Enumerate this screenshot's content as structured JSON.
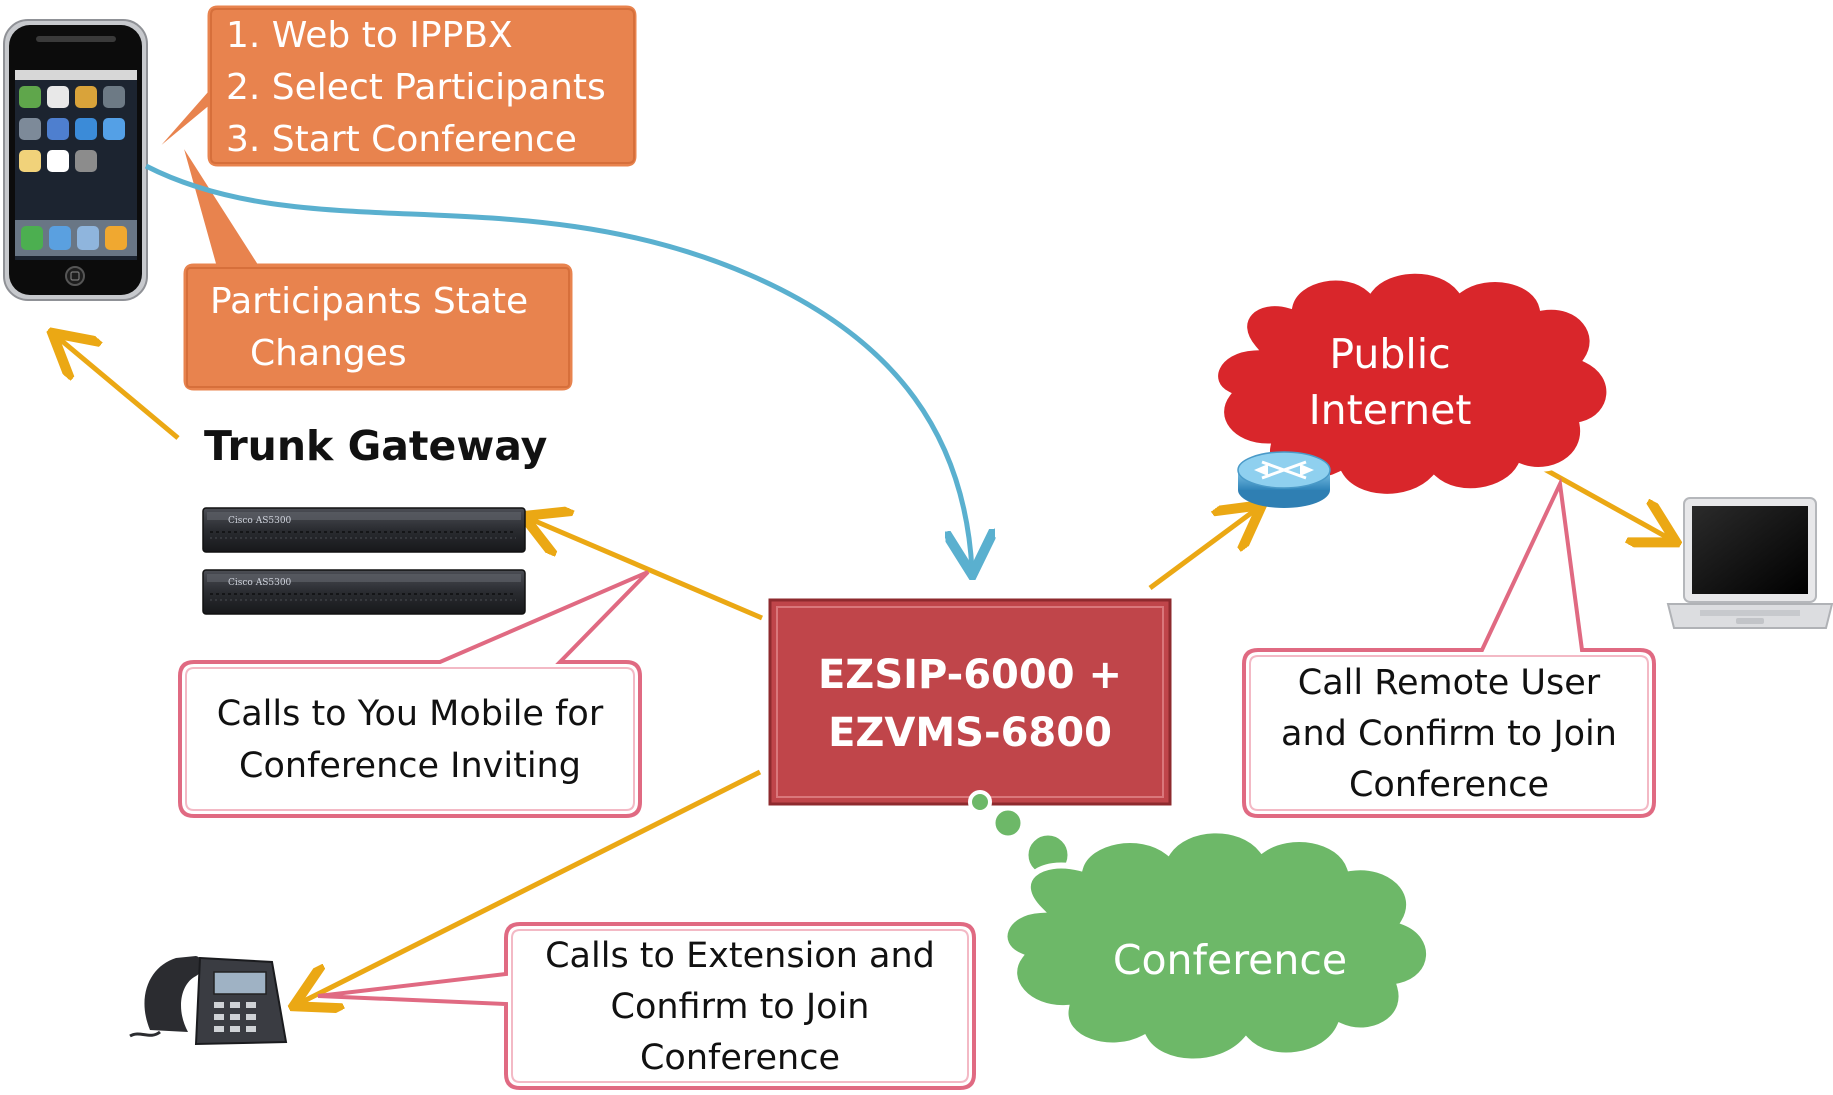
{
  "phone_steps": {
    "items": [
      "1. Web to IPPBX",
      "2. Select Participants",
      "3. Start Conference"
    ]
  },
  "state_callout": {
    "line1": "Participants State",
    "line2": "Changes"
  },
  "trunk_gateway": {
    "label": "Trunk Gateway",
    "device_label": "Cisco AS5300"
  },
  "server": {
    "line1": "EZSIP-6000 +",
    "line2": "EZVMS-6800"
  },
  "mobile_callout": {
    "line1": "Calls to You Mobile for",
    "line2": "Conference Inviting"
  },
  "internet_cloud": {
    "line1": "Public",
    "line2": "Internet"
  },
  "remote_callout": {
    "line1": "Call Remote User",
    "line2": "and Confirm to Join",
    "line3": "Conference"
  },
  "extension_callout": {
    "line1": "Calls to Extension and",
    "line2": "Confirm to Join",
    "line3": "Conference"
  },
  "conference_cloud": {
    "label": "Conference"
  },
  "colors": {
    "orange_fill": "#e8834e",
    "pink_border": "#e06a82",
    "server_fill": "#c0454a",
    "cloud_red": "#d9262b",
    "cloud_green": "#6db868",
    "arrow_gold": "#eba814",
    "arrow_blue": "#5ab0cf"
  }
}
